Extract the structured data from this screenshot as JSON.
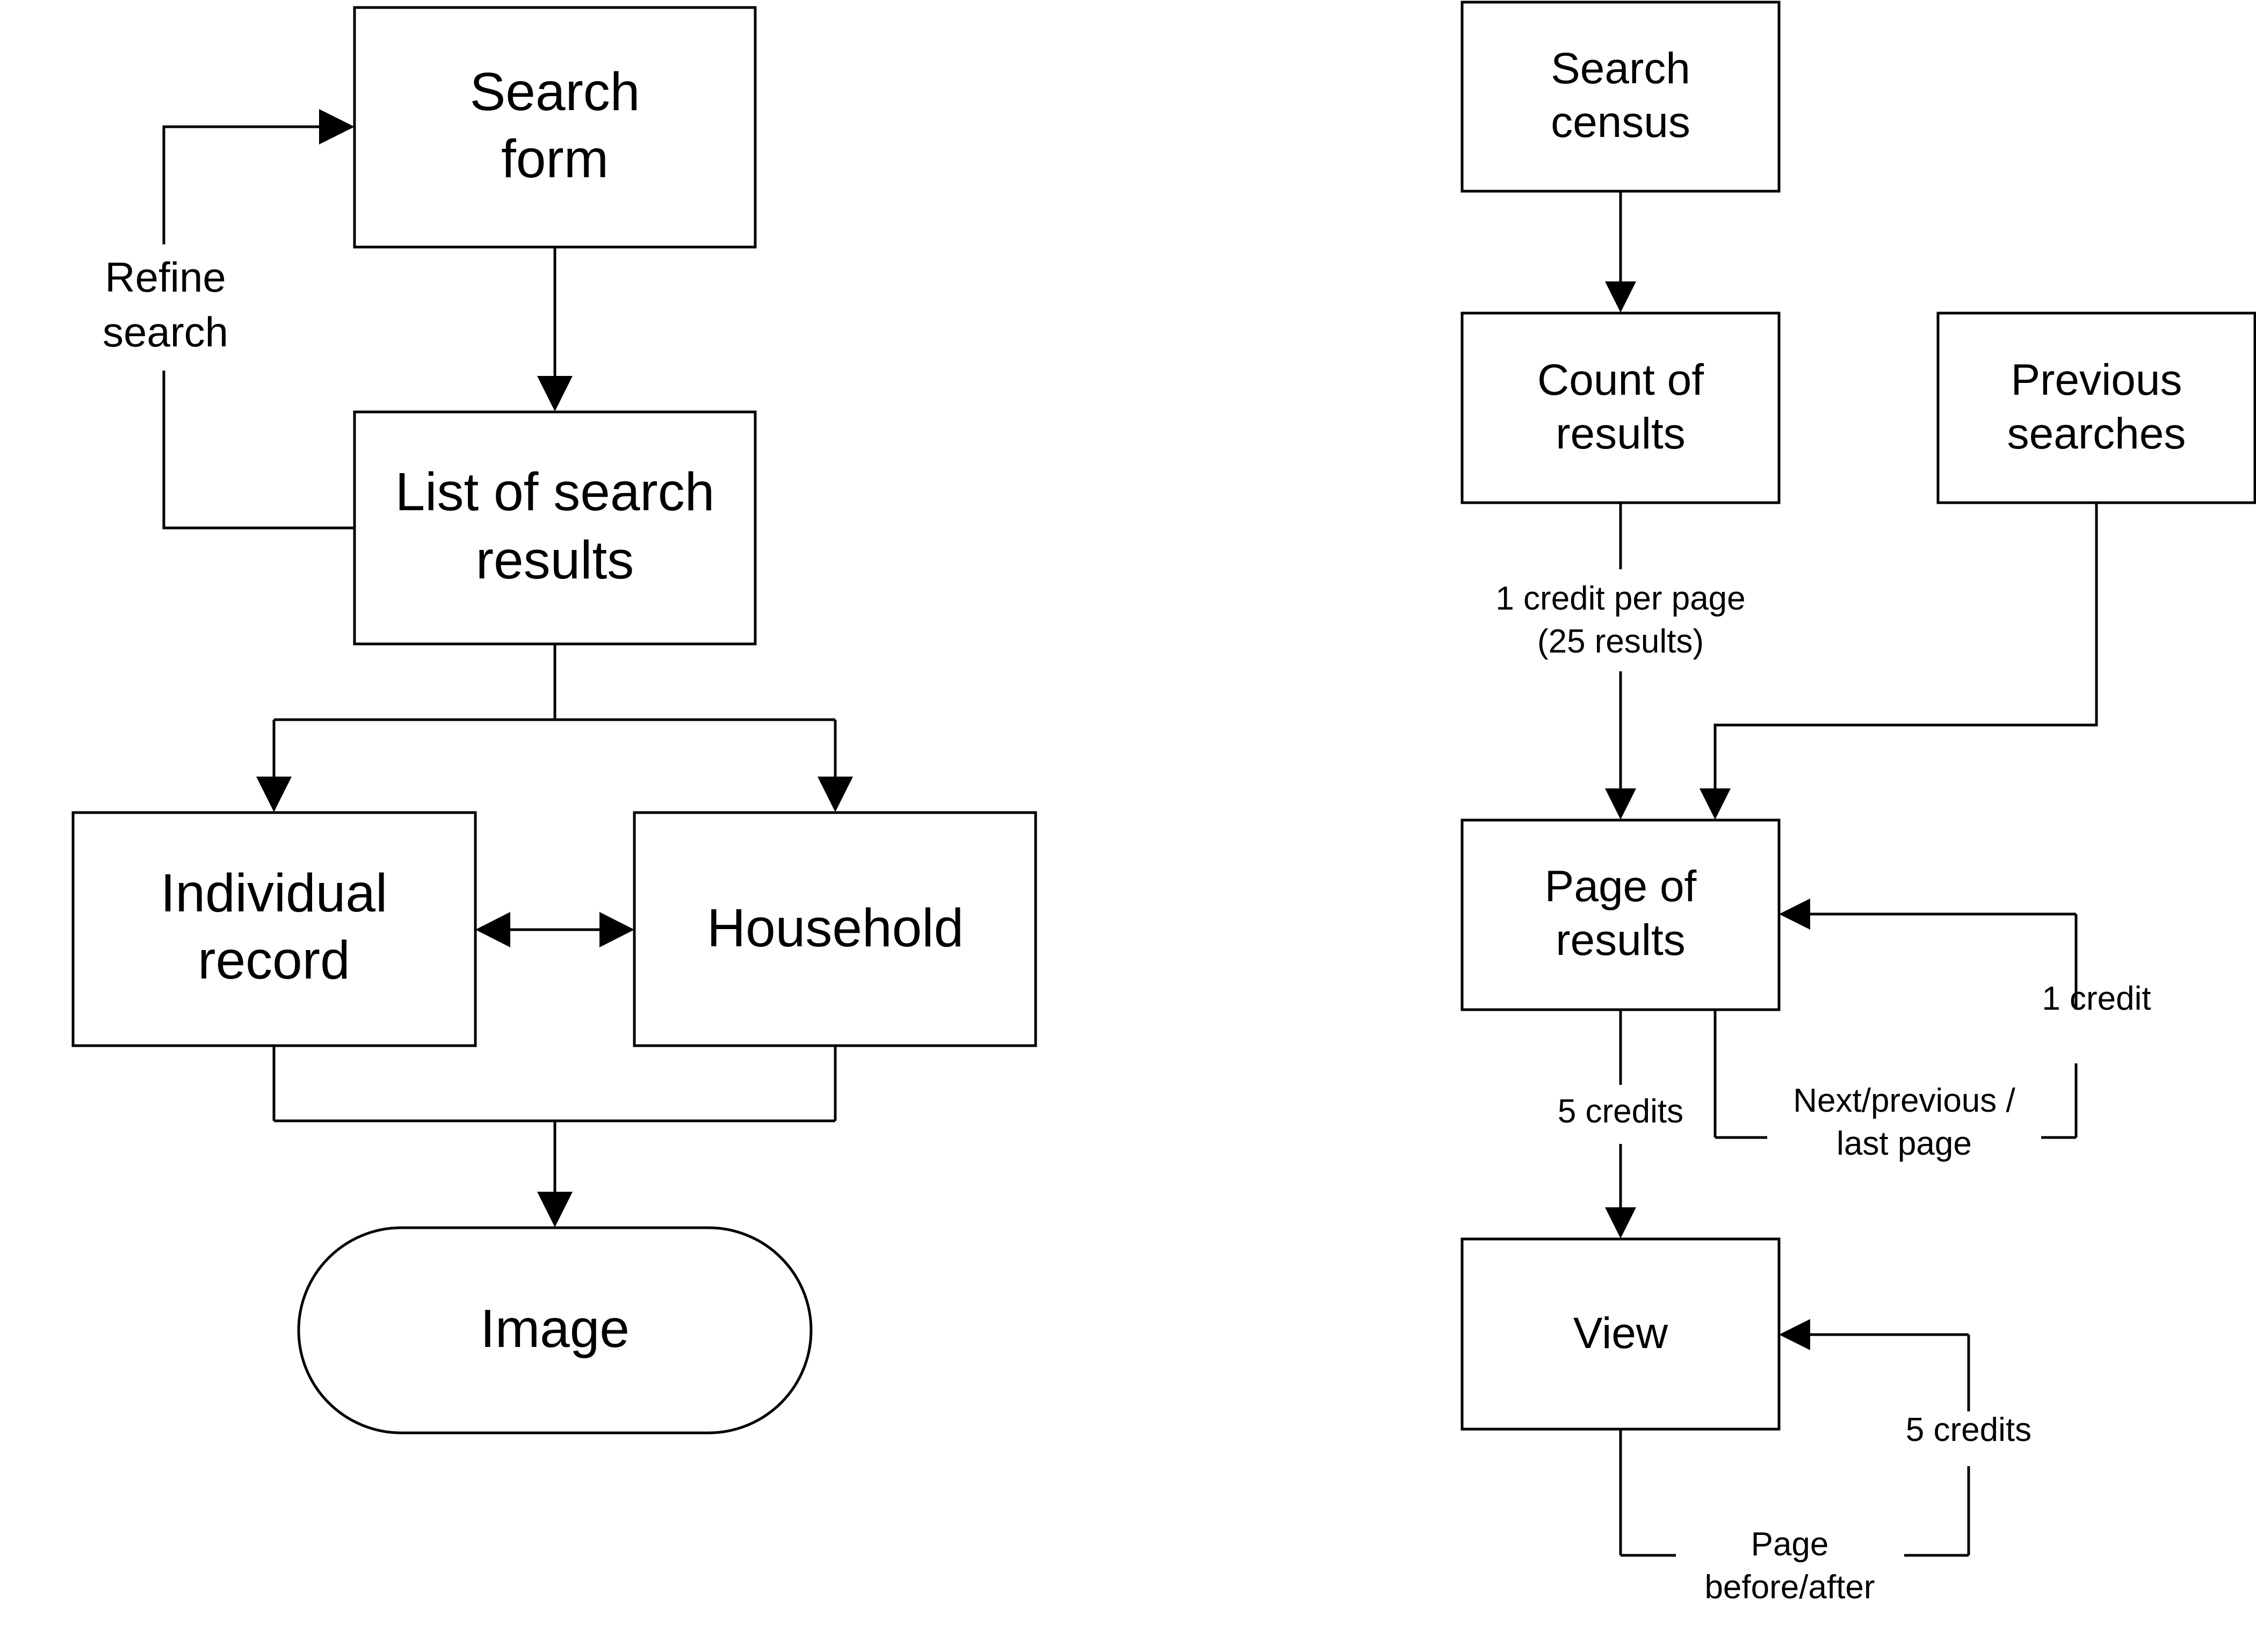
{
  "left_flow": {
    "search_form": [
      "Search",
      "form"
    ],
    "list_results": [
      "List of search",
      "results"
    ],
    "individual_record": [
      "Individual",
      "record"
    ],
    "household": "Household",
    "image": "Image",
    "refine_search": [
      "Refine",
      "search"
    ]
  },
  "right_flow": {
    "search_census": [
      "Search",
      "census"
    ],
    "count_results": [
      "Count of",
      "results"
    ],
    "previous_searches": [
      "Previous",
      "searches"
    ],
    "page_results": [
      "Page of",
      "results"
    ],
    "view": "View",
    "credit_per_page": [
      "1 credit per page",
      "(25 results)"
    ],
    "one_credit": "1 credit",
    "next_previous": [
      "Next/previous /",
      "last page"
    ],
    "five_credits_down": "5 credits",
    "five_credits_loop": "5 credits",
    "page_before_after": [
      "Page",
      "before/after"
    ]
  }
}
